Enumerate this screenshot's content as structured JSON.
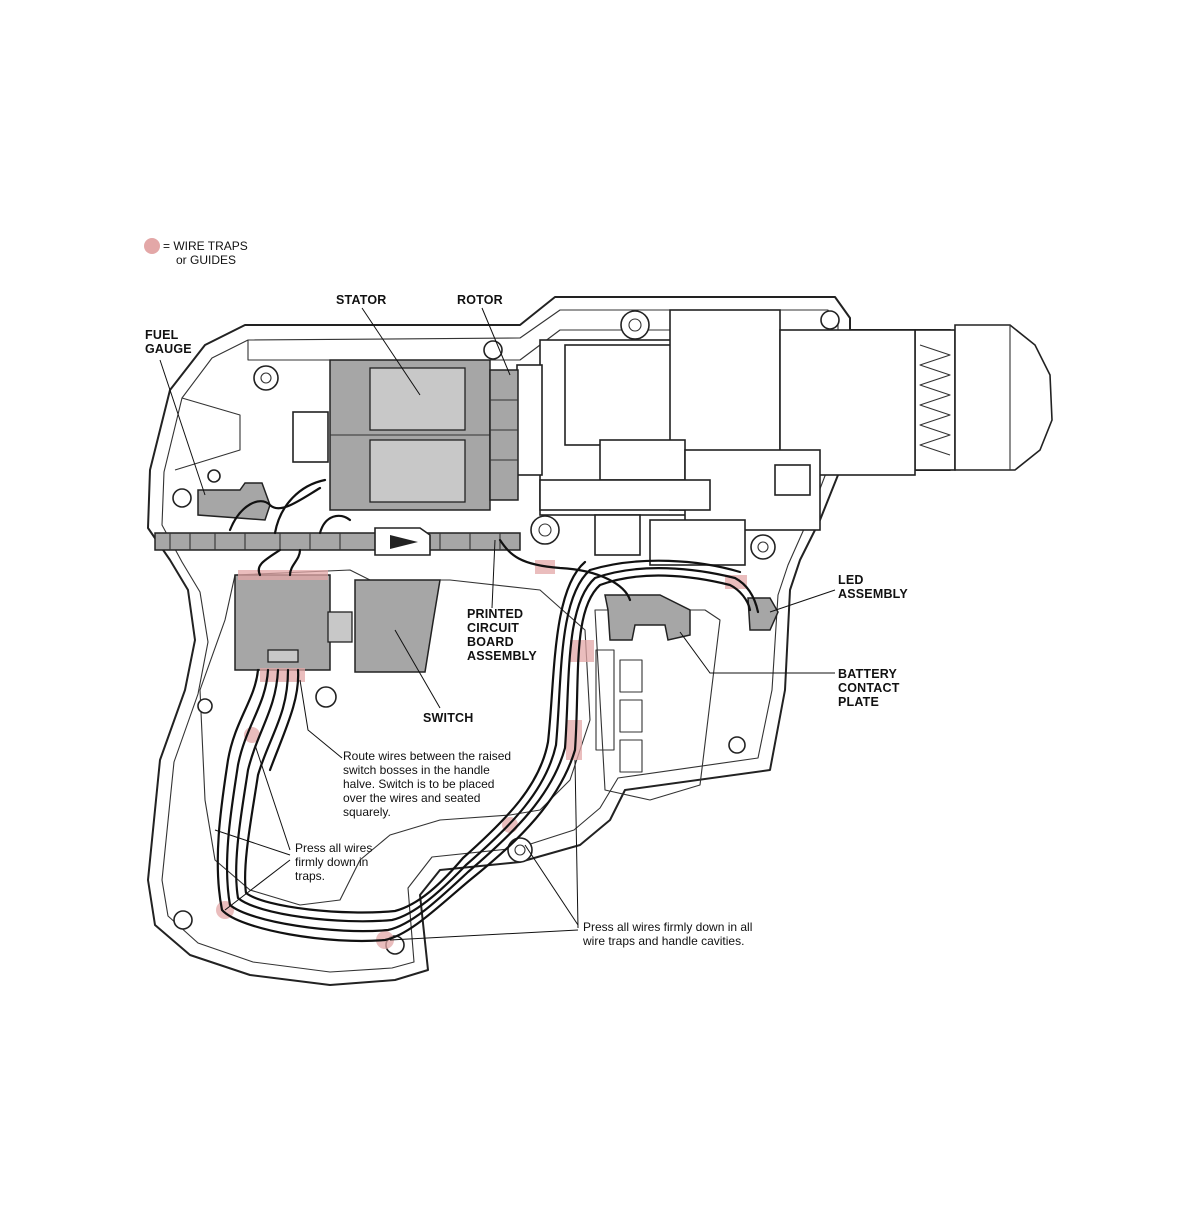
{
  "legend": {
    "text_line1": "= WIRE TRAPS",
    "text_line2": "or GUIDES",
    "swatch_color": "#e3a7a7"
  },
  "labels": {
    "stator": "STATOR",
    "rotor": "ROTOR",
    "fuel_gauge": [
      "FUEL",
      "GAUGE"
    ],
    "led_assembly": [
      "LED",
      "ASSEMBLY"
    ],
    "pcb_assembly": [
      "PRINTED",
      "CIRCUIT",
      "BOARD",
      "ASSEMBLY"
    ],
    "battery_contact_plate": [
      "BATTERY",
      "CONTACT",
      "PLATE"
    ],
    "switch": "SWITCH"
  },
  "notes": {
    "route_wires": [
      "Route wires between the raised",
      "switch bosses in the handle",
      "halve. Switch is to be placed",
      "over the wires and seated",
      "squarely."
    ],
    "press_traps": [
      "Press all wires",
      "firmly down in",
      "traps."
    ],
    "press_cavities": [
      "Press all wires firmly down in all",
      "wire traps and handle cavities."
    ]
  }
}
